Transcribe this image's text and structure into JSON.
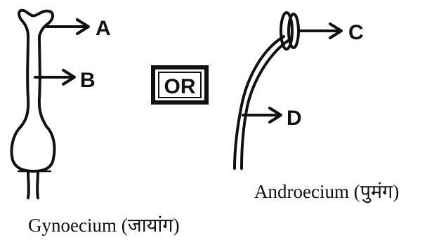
{
  "diagram": {
    "gynoecium": {
      "label_a": "A",
      "label_b": "B",
      "caption": "Gynoecium (जायांग)"
    },
    "separator": {
      "text": "OR"
    },
    "androecium": {
      "label_c": "C",
      "label_d": "D",
      "caption": "Androecium (पुमंग)"
    }
  }
}
